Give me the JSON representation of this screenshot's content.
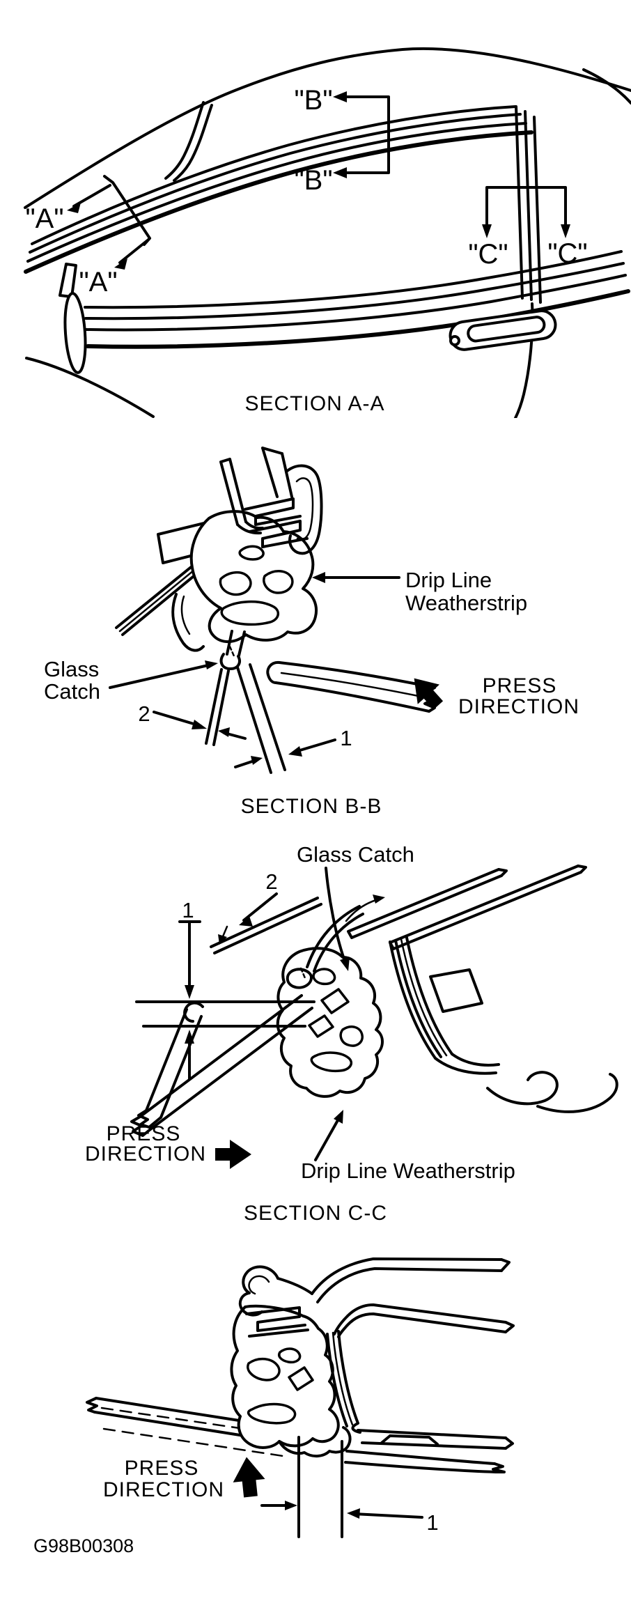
{
  "colors": {
    "ink": "#000000",
    "paper": "#ffffff"
  },
  "overview": {
    "cut_labels": {
      "a_top": "\"A\"",
      "a_bottom": "\"A\"",
      "b_top": "\"B\"",
      "b_bottom": "\"B\"",
      "c_left": "\"C\"",
      "c_right": "\"C\""
    }
  },
  "captions": {
    "aa": "SECTION A-A",
    "bb": "SECTION B-B",
    "cc": "SECTION C-C"
  },
  "bb": {
    "drip1": "Drip Line",
    "drip2": "Weatherstrip",
    "glass1": "Glass",
    "glass2": "Catch",
    "n1": "1",
    "n2": "2",
    "press1": "PRESS",
    "press2": "DIRECTION"
  },
  "cc": {
    "glass_catch": "Glass Catch",
    "n1": "1",
    "n2": "2",
    "press1": "PRESS",
    "press2": "DIRECTION",
    "drip": "Drip Line Weatherstrip"
  },
  "final": {
    "press1": "PRESS",
    "press2": "DIRECTION",
    "n1": "1"
  },
  "code": "G98B00308"
}
